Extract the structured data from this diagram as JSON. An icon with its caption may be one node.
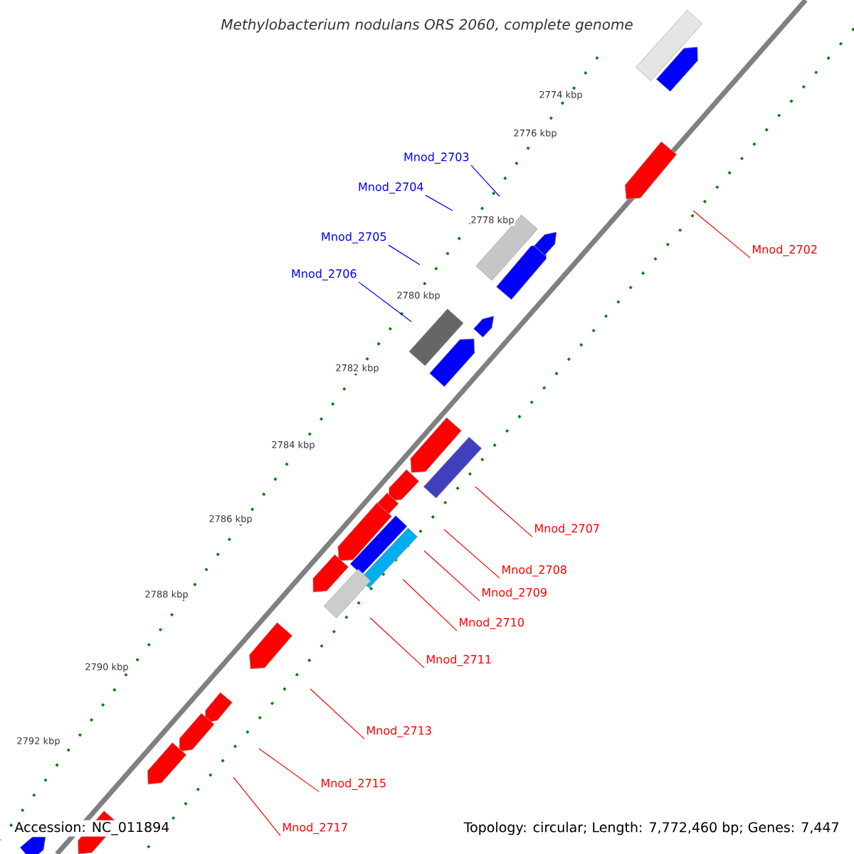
{
  "diagram": {
    "title": "Methylobacterium nodulans ORS 2060, complete genome",
    "nodes": [
      {
        "text": [
          "Mnod_2702"
        ]
      },
      {
        "text": [
          "Mnod_2703"
        ]
      },
      {
        "text": [
          "Mnod_2704"
        ]
      },
      {
        "text": [
          "Mnod_2705"
        ]
      },
      {
        "text": [
          "Mnod_2706"
        ]
      },
      {
        "text": [
          "Mnod_2707"
        ]
      },
      {
        "text": [
          "Mnod_2708"
        ]
      },
      {
        "text": [
          "Mnod_2709"
        ]
      },
      {
        "text": [
          "Mnod_2710"
        ]
      },
      {
        "text": [
          "Mnod_2711"
        ]
      },
      {
        "text": [
          "Mnod_2713"
        ]
      },
      {
        "text": [
          "Mnod_2715"
        ]
      },
      {
        "text": [
          "Mnod_2717"
        ]
      }
    ],
    "edges": [
      {
        "from": 0,
        "to": null,
        "arrow": "none"
      },
      {
        "from": 1,
        "to": null,
        "arrow": "none",
        "color": "#0000ff"
      },
      {
        "from": 2,
        "to": null,
        "arrow": "none",
        "color": "#0000ff"
      },
      {
        "from": 3,
        "to": null,
        "arrow": "none",
        "color": "#0000ff"
      },
      {
        "from": 4,
        "to": null,
        "arrow": "none",
        "color": "#0000ff"
      },
      {
        "from": 5,
        "to": null,
        "arrow": "none"
      },
      {
        "from": 6,
        "to": null,
        "arrow": "none"
      },
      {
        "from": 7,
        "to": null,
        "arrow": "none"
      },
      {
        "from": 8,
        "to": null,
        "arrow": "none"
      },
      {
        "from": 9,
        "to": null,
        "arrow": "none"
      },
      {
        "from": 10,
        "to": null,
        "arrow": "none"
      },
      {
        "from": 11,
        "to": null,
        "arrow": "none"
      },
      {
        "from": 12,
        "to": null,
        "arrow": "none"
      }
    ],
    "labels": [
      "2774 kbp",
      "2776 kbp",
      "2778 kbp",
      "2780 kbp",
      "2782 kbp",
      "2784 kbp",
      "2786 kbp",
      "2788 kbp",
      "2790 kbp",
      "2792 kbp",
      "Accession: NC_011894",
      "Topology: circular; Length: 7,772,460 bp; Genes: 7,447"
    ]
  }
}
